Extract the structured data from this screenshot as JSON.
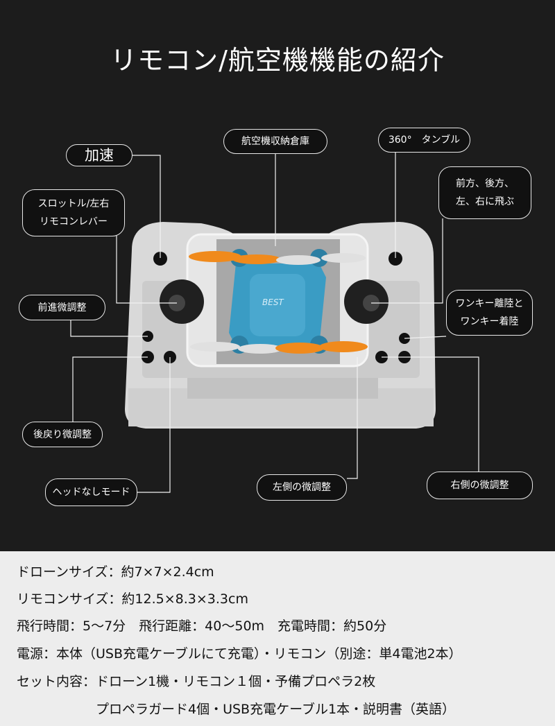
{
  "title": "リモコン/航空機機能の紹介",
  "labels": {
    "accelerate": "加速",
    "storage": "航空機収納倉庫",
    "tumble": "360°　タンブル",
    "throttle_1": "スロットル/左右",
    "throttle_2": "リモコンレバー",
    "direction_1": "前方、後方、",
    "direction_2": "左、右に飛ぶ",
    "forward_trim": "前進微調整",
    "onekey_1": "ワンキー離陸と",
    "onekey_2": "ワンキー着陸",
    "backward_trim": "後戻り微調整",
    "headless": "ヘッドなしモード",
    "left_trim": "左側の微調整",
    "right_trim": "右側の微調整"
  },
  "drone_logo": "BEST",
  "specs": [
    "ドローンサイズ：約7×7×2.4cm",
    "リモコンサイズ：約12.5×8.3×3.3cm",
    "飛行時間：5〜7分　飛行距離：40〜50m　充電時間：約50分",
    "電源：本体（USB充電ケーブルにて充電）・リモコン（別途：単4電池2本）",
    "セット内容：ドローン1機・リモコン１個・予備プロペラ2枚",
    "　　　　　　プロペラガード4個・USB充電ケーブル1本・説明書（英語）"
  ],
  "colors": {
    "background": "#1c1c1c",
    "panel": "#ededed",
    "drone": "#3a9cc4",
    "propeller_orange": "#f08a1c"
  }
}
